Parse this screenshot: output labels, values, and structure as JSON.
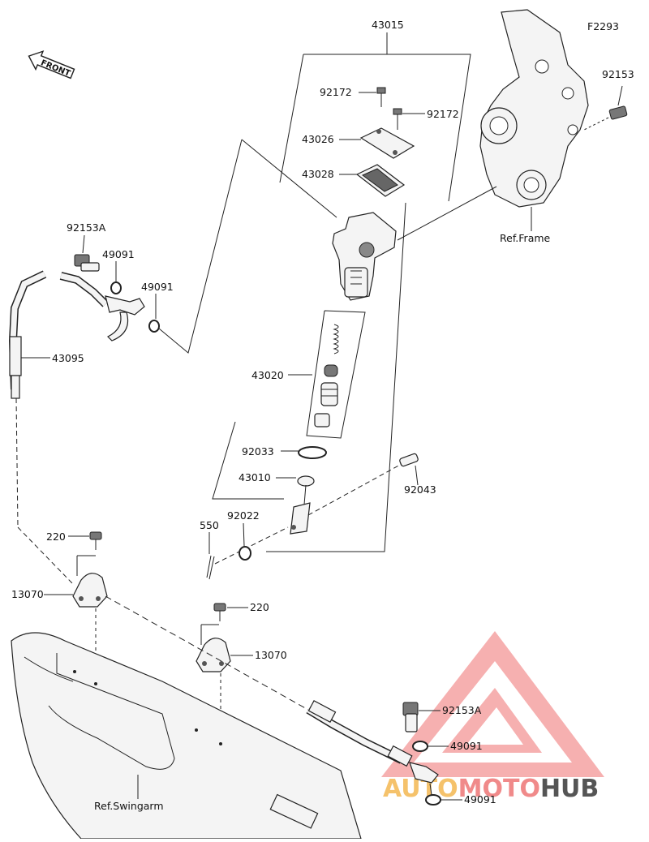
{
  "figure_code": "F2293",
  "front_label": "FRONT",
  "labels": {
    "p43015": "43015",
    "p92153_top": "92153",
    "p92172_a": "92172",
    "p92172_b": "92172",
    "p43026": "43026",
    "p43028": "43028",
    "ref_frame": "Ref.Frame",
    "p92153A_top": "92153A",
    "p49091_a": "49091",
    "p49091_b": "49091",
    "p43095": "43095",
    "p43020": "43020",
    "p92033": "92033",
    "p43010": "43010",
    "p92043": "92043",
    "p550": "550",
    "p92022": "92022",
    "p220_a": "220",
    "p13070_a": "13070",
    "p220_b": "220",
    "p13070_b": "13070",
    "p92153A_bottom": "92153A",
    "p49091_c": "49091",
    "p49091_d": "49091",
    "ref_swingarm": "Ref.Swingarm"
  },
  "watermark": {
    "part1": "AUTO",
    "part2": "MOTO",
    "part3": "HUB",
    "color1": "#f5c26b",
    "color2": "#f08a8a",
    "color3": "#555555"
  }
}
